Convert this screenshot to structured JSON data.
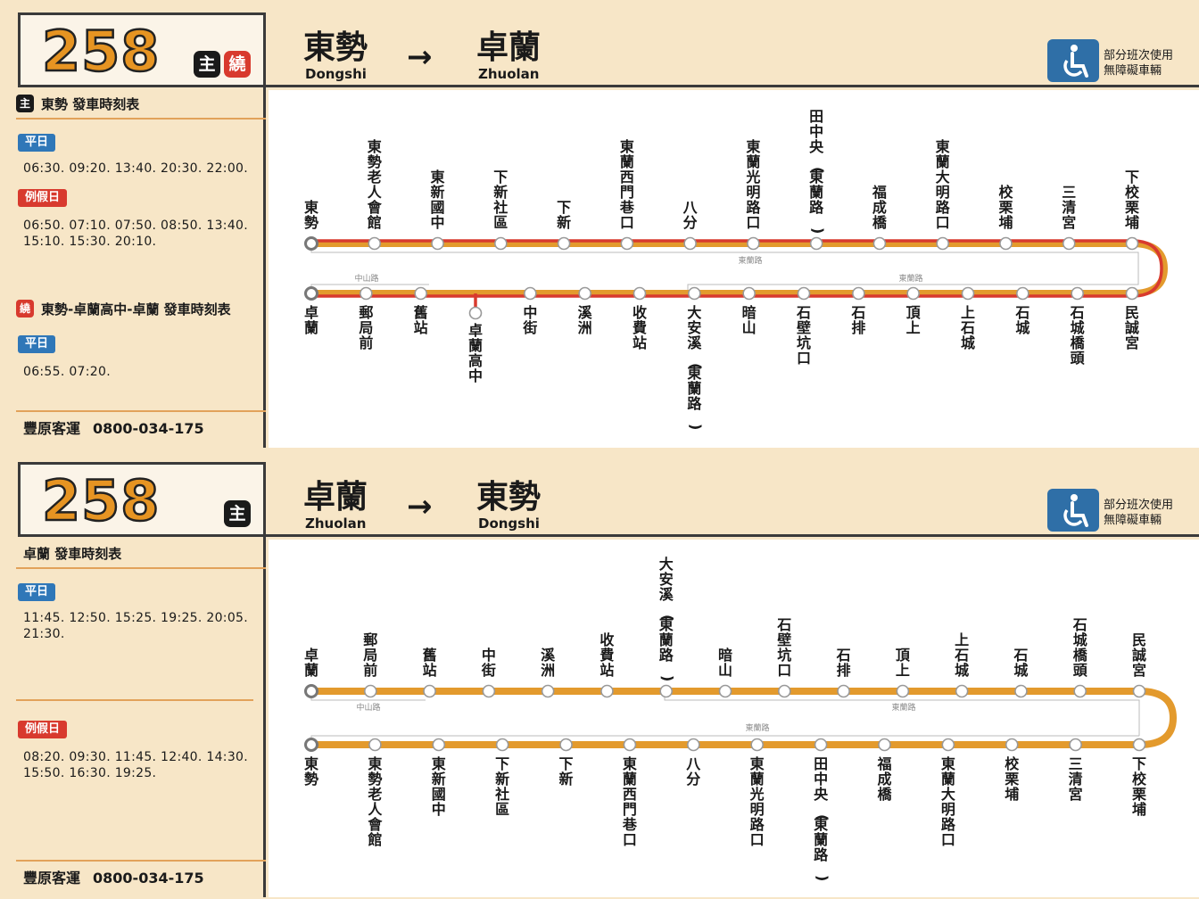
{
  "panel_a": {
    "route_number": "258",
    "badges": [
      "主",
      "繞"
    ],
    "from_zh": "東勢",
    "from_en": "Dongshi",
    "to_zh": "卓蘭",
    "to_en": "Zhuolan",
    "arrow": "→",
    "accessibility_text": "部分班次使用\n無障礙車輛",
    "schedule_main": {
      "title": "東勢  發車時刻表",
      "weekday_label": "平日",
      "weekday_times": "06:30. 09:20. 13:40. 20:30. 22:00.",
      "holiday_label": "例假日",
      "holiday_times": "06:50. 07:10. 07:50. 08:50. 13:40.\n15:10. 15:30. 20:10."
    },
    "schedule_loop": {
      "title": "東勢-卓蘭高中-卓蘭  發車時刻表",
      "weekday_label": "平日",
      "weekday_times": "06:55. 07:20."
    },
    "company": "豐原客運",
    "phone": "0800-034-175",
    "top_stops": [
      "東勢",
      "東勢老人會館",
      "東新國中",
      "下新社區",
      "下新",
      "東蘭西門巷口",
      "八分",
      "東蘭光明路口",
      "田中央(東蘭路)",
      "福成橋",
      "東蘭大明路口",
      "校栗埔",
      "三清宮",
      "下校栗埔"
    ],
    "bottom_stops": [
      "卓蘭",
      "郵局前",
      "舊站",
      "卓蘭高中",
      "中街",
      "溪洲",
      "收費站",
      "大安溪(東蘭路)",
      "暗山",
      "石壁坑口",
      "石排",
      "頂上",
      "上石城",
      "石城",
      "石城橋頭",
      "民誠宮"
    ],
    "road_labels": [
      "東蘭路",
      "中山路",
      "東蘭路"
    ]
  },
  "panel_b": {
    "route_number": "258",
    "badges": [
      "主"
    ],
    "from_zh": "卓蘭",
    "from_en": "Zhuolan",
    "to_zh": "東勢",
    "to_en": "Dongshi",
    "arrow": "→",
    "accessibility_text": "部分班次使用\n無障礙車輛",
    "schedule_main": {
      "title": "卓蘭  發車時刻表",
      "weekday_label": "平日",
      "weekday_times": "11:45. 12:50. 15:25. 19:25. 20:05.\n21:30.",
      "holiday_label": "例假日",
      "holiday_times": "08:20. 09:30. 11:45. 12:40. 14:30.\n15:50. 16:30. 19:25."
    },
    "company": "豐原客運",
    "phone": "0800-034-175",
    "top_stops": [
      "卓蘭",
      "郵局前",
      "舊站",
      "中街",
      "溪洲",
      "收費站",
      "大安溪(東蘭路)",
      "暗山",
      "石壁坑口",
      "石排",
      "頂上",
      "上石城",
      "石城",
      "石城橋頭",
      "民誠宮"
    ],
    "bottom_stops": [
      "東勢",
      "東勢老人會館",
      "東新國中",
      "下新社區",
      "下新",
      "東蘭西門巷口",
      "八分",
      "東蘭光明路口",
      "田中央(東蘭路)",
      "福成橋",
      "東蘭大明路口",
      "校栗埔",
      "三清宮",
      "下校栗埔"
    ],
    "road_labels": [
      "中山路",
      "東蘭路",
      "東蘭路"
    ]
  },
  "colors": {
    "main_line": "#e39a2d",
    "loop_line": "#d83a2e",
    "weekday": "#2f77b8",
    "holiday": "#d83a2e",
    "background": "#f7e6c7"
  }
}
